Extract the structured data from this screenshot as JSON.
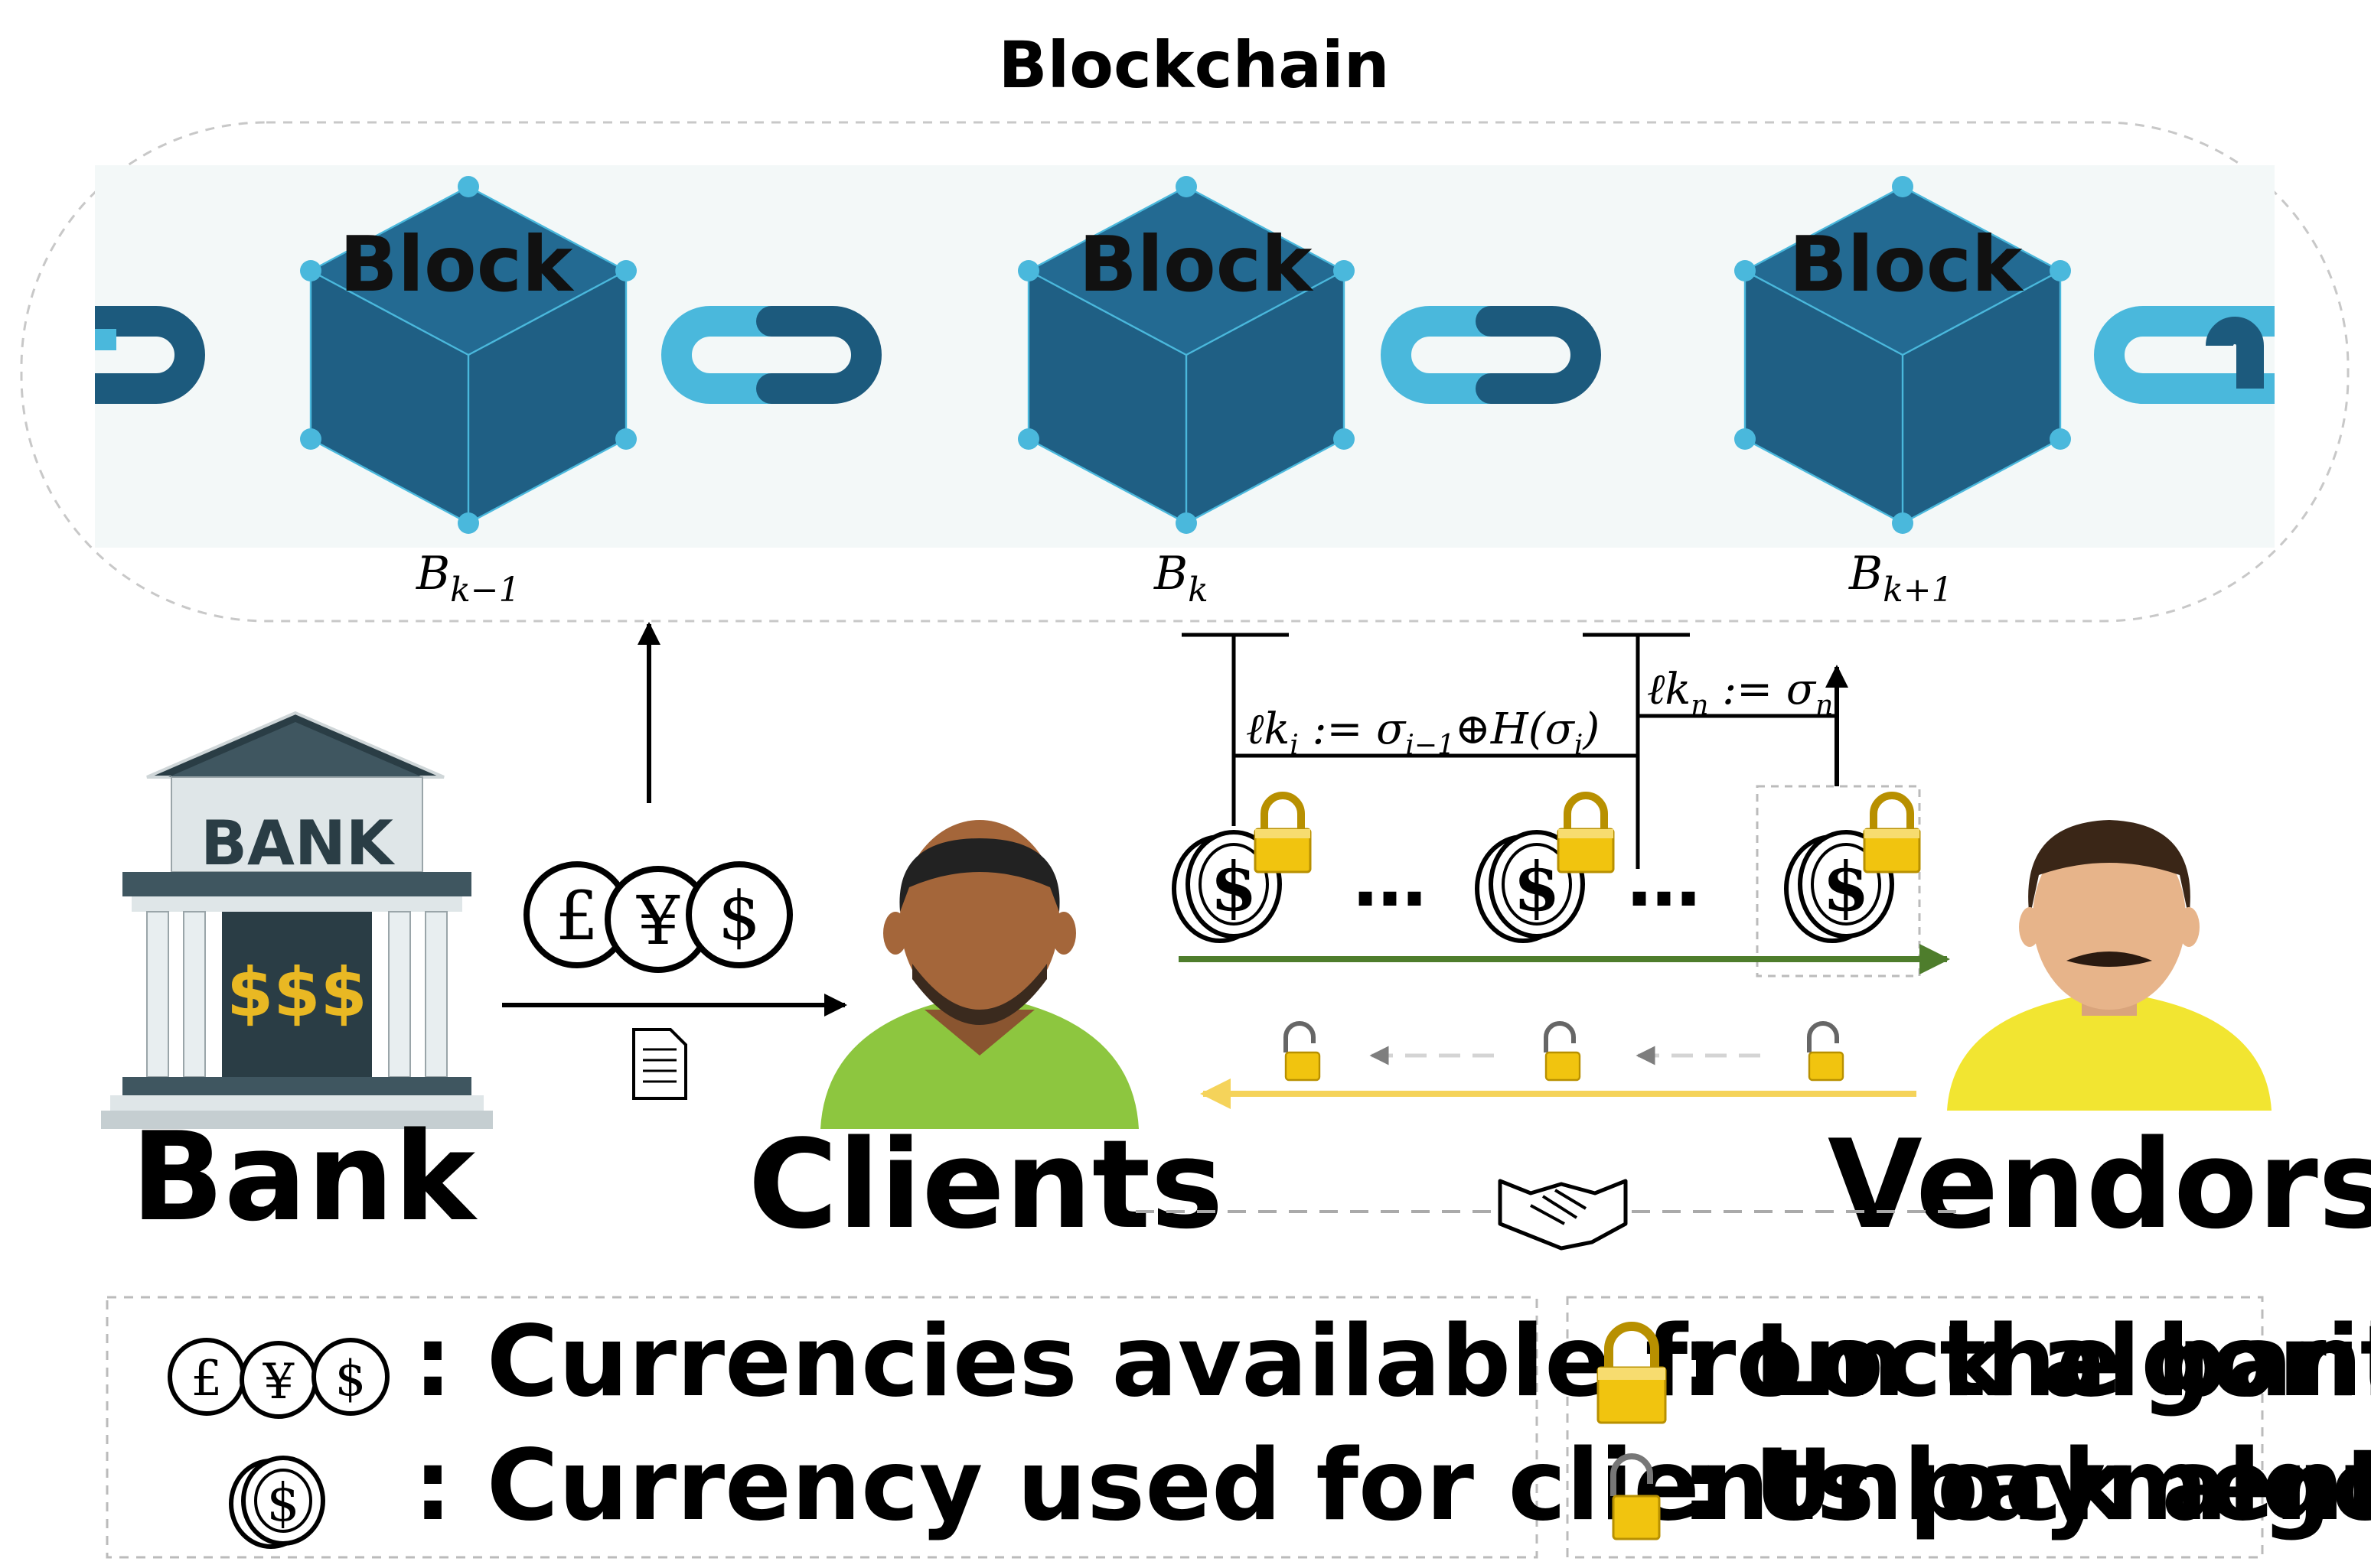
{
  "title": "Blockchain",
  "blocks": [
    {
      "label": "Block",
      "name": "B",
      "sub": "k−1"
    },
    {
      "label": "Block",
      "name": "B",
      "sub": "k"
    },
    {
      "label": "Block",
      "name": "B",
      "sub": "k+1"
    }
  ],
  "actors": {
    "bank": {
      "sign": "BANK",
      "money": "$$$",
      "label": "Bank"
    },
    "clients": {
      "label": "Clients"
    },
    "vendors": {
      "label": "Vendors"
    }
  },
  "currencies": [
    "£",
    "¥",
    "$"
  ],
  "coin_symbol": "$",
  "ellipsis": "…",
  "formulas": {
    "lk_i": {
      "lhs": "ℓk",
      "lhs_sub": "i",
      "op": " := σ",
      "s1_sub": "i−1",
      "xor": "⊕H(σ",
      "s2_sub": "i",
      "close": ")"
    },
    "lk_n": {
      "lhs": "ℓk",
      "lhs_sub": "n",
      "op": " := σ",
      "s_sub": "n"
    }
  },
  "legend": {
    "currencies_available": ": Currencies available from the bank",
    "currency_used": ": Currency used for clients payment",
    "lock": ": Lock algorithm",
    "unlock": ": Unlock algorithm"
  },
  "colors": {
    "block": "#1f5f84",
    "link_light": "#4ab8dc",
    "link_dark": "#1c5a7d",
    "node": "#4ab8dc",
    "green_arrow": "#4e7d2c",
    "yellow_arrow": "#f5d35a",
    "lock_gold": "#f1c40f",
    "client_shirt": "#8dc63f",
    "client_skin": "#a4663a",
    "vendor_shirt": "#f2e531",
    "vendor_skin": "#e7b48a"
  }
}
